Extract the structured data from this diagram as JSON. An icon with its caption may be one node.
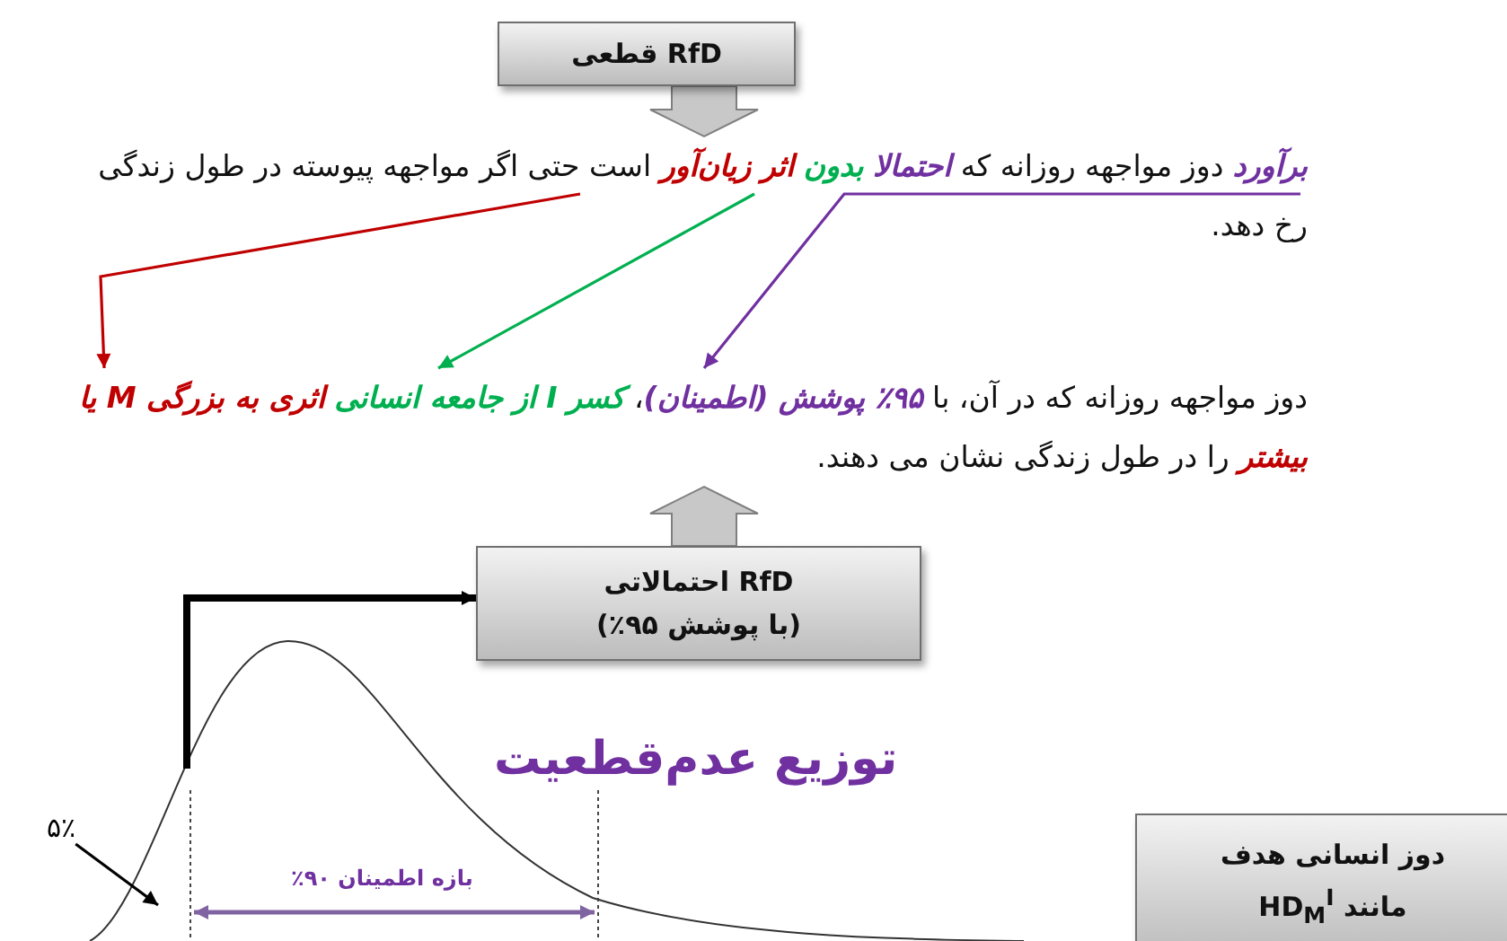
{
  "diagram": {
    "nodes": [
      {
        "text": [
          "RfD قطعی"
        ]
      },
      {
        "text": [
          "**برآورد** دوز مواجهه روزانه که **احتمالا** **بدون** **اثر زیان‌آور** است حتی اگر مواجهه پیوسته در طول زندگی رخ دهد."
        ]
      },
      {
        "text": [
          "دوز مواجهه روزانه که در آن، با **۹۵٪ پوشش (اطمینان)**، **کسر I از جامعه انسانی** **اثری به بزرگی M یا بیشتر** را در طول زندگی نشان می دهند."
        ]
      },
      {
        "text": [
          "RfD احتمالاتی",
          "(با پوشش ۹۵٪)"
        ]
      },
      {
        "text": [],
        "shape": "curve"
      },
      {
        "text": [
          "۵٪"
        ]
      },
      {
        "text": [
          "دوز انسانی هدف",
          "مانند HD$_{M}$$^{I}$"
        ]
      }
    ],
    "edges": [
      {
        "from": 0,
        "to": 1,
        "arrow": "to",
        "style": "thick",
        "color": "#c8c8c8"
      },
      {
        "from": 1,
        "to": 2,
        "arrow": "to",
        "color": "#c00000"
      },
      {
        "from": 1,
        "to": 2,
        "arrow": "to",
        "color": "#00b050"
      },
      {
        "from": 1,
        "to": 2,
        "arrow": "to",
        "color": "#7030a0"
      },
      {
        "from": 3,
        "to": 2,
        "arrow": "to",
        "style": "thick",
        "color": "#c8c8c8"
      },
      {
        "from": 4,
        "to": 3,
        "arrow": "to",
        "style": "thick"
      },
      {
        "from": 5,
        "to": 4,
        "arrow": "to"
      }
    ],
    "labels": [
      "توزیع عدم‌قطعیت",
      "بازه اطمینان ۹۰٪"
    ]
  }
}
